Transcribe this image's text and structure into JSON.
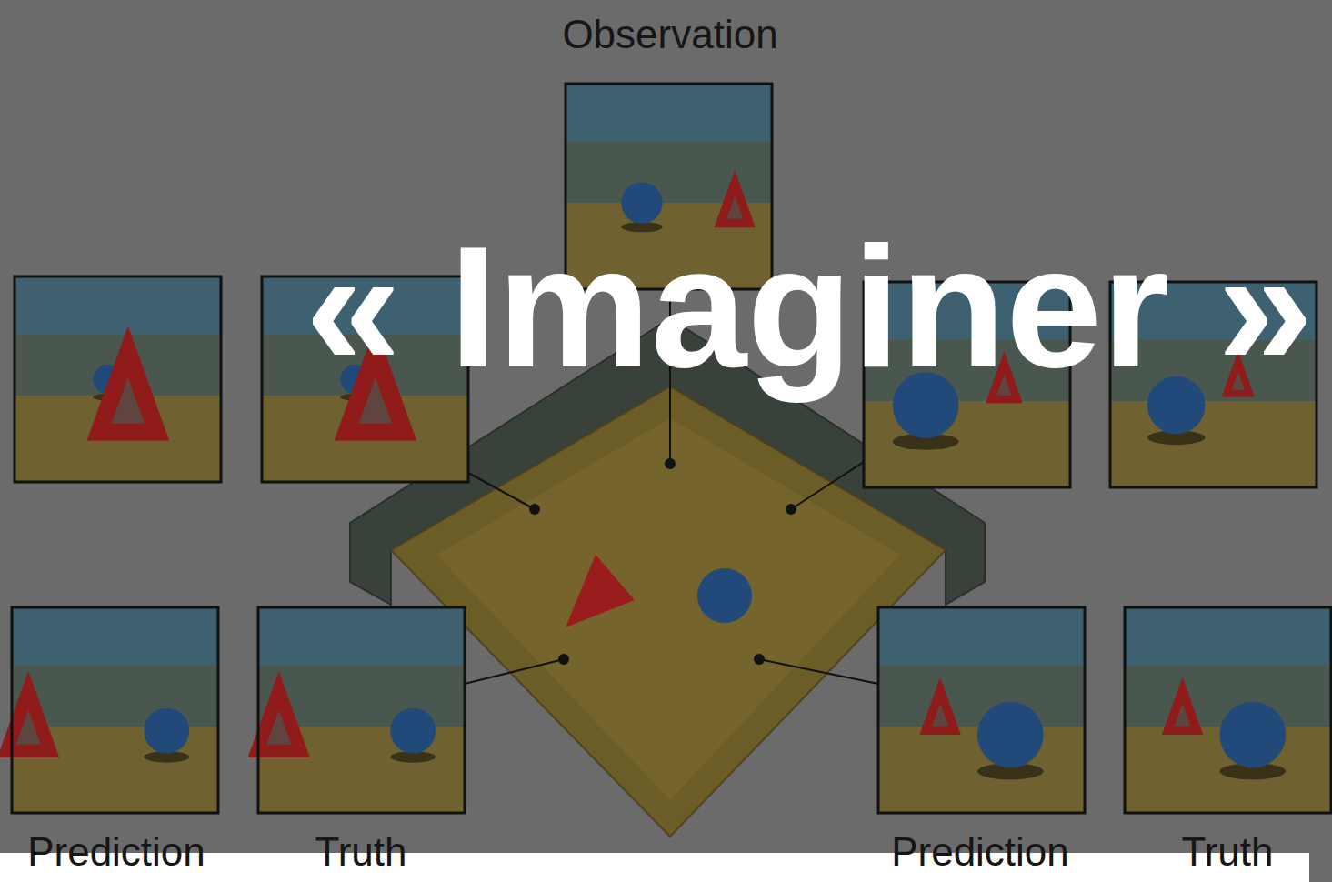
{
  "diagram": {
    "title": "« Imaginer »",
    "labels": [
      "Observation",
      "Prediction",
      "Truth",
      "Prediction",
      "Truth"
    ]
  }
}
